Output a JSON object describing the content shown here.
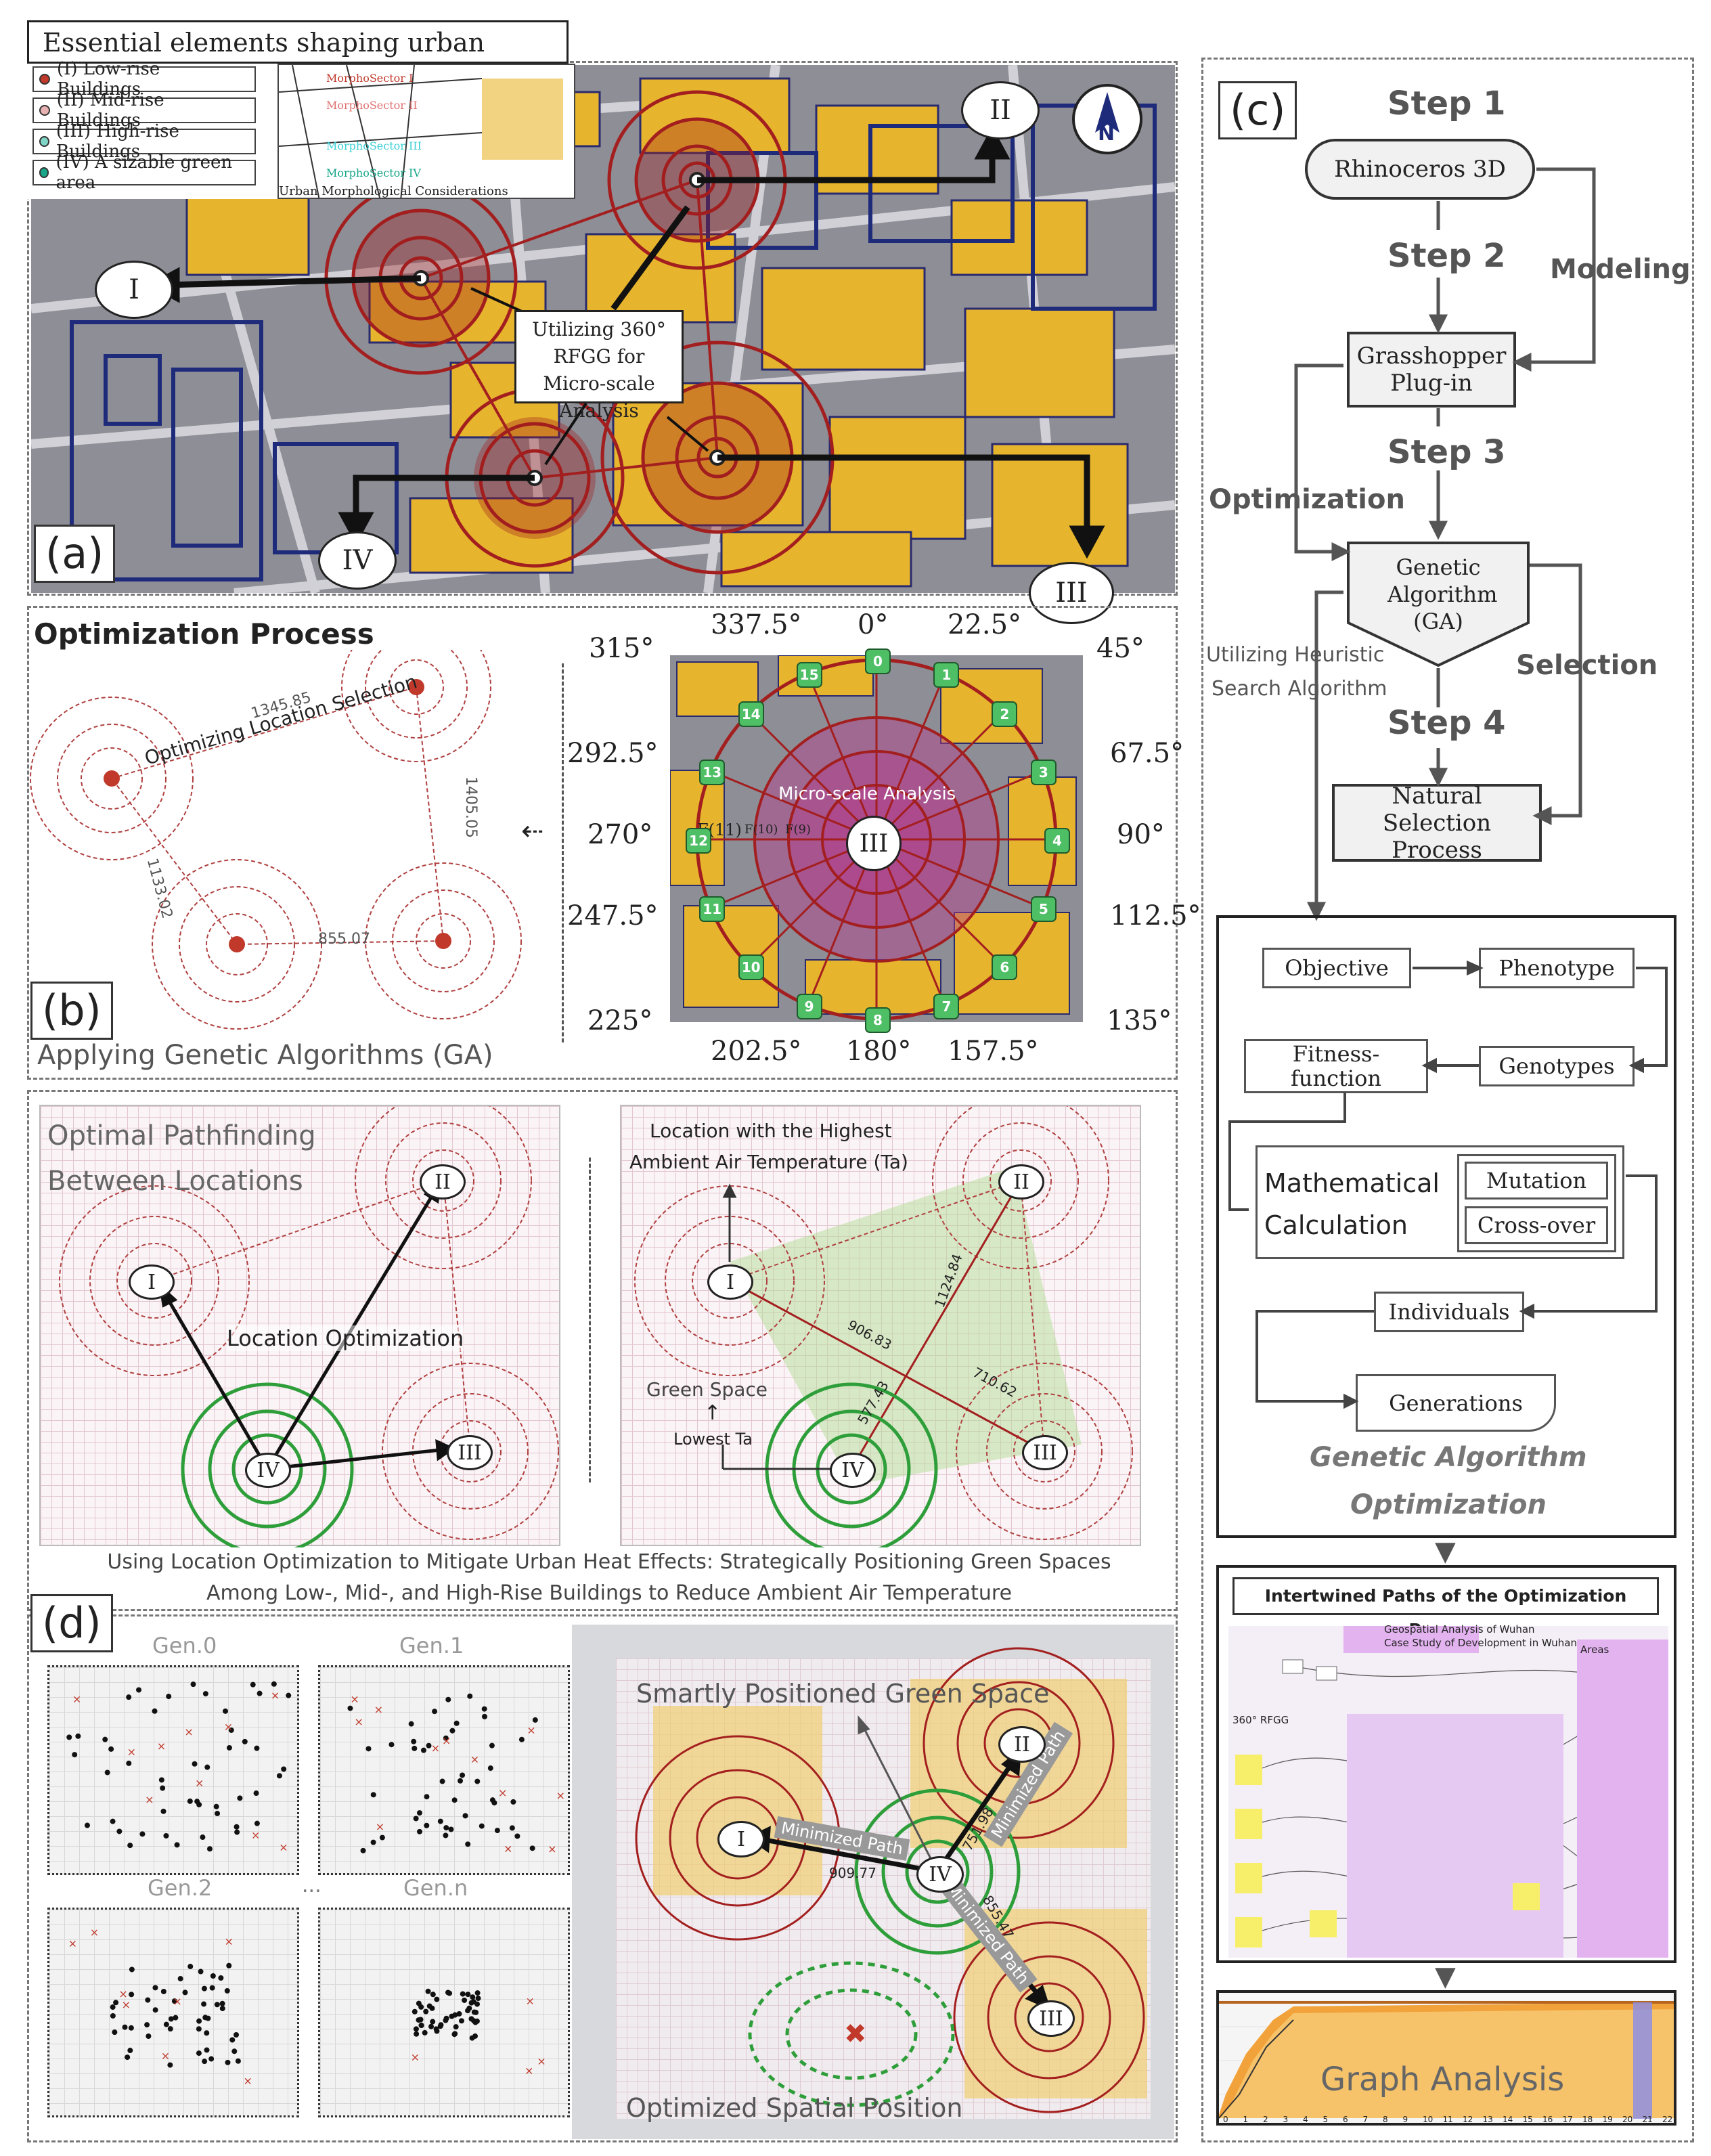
{
  "panel_a": {
    "legend_title": "Essential elements shaping urban forms",
    "legend_items": [
      {
        "label": "(I) Low-rise Buildings",
        "color": "#c0392b"
      },
      {
        "label": "(II) Mid-rise Buildings",
        "color": "#c0392b"
      },
      {
        "label": "(III) High-rise Buildings",
        "color": "#17a589"
      },
      {
        "label": "(IV) A sizable green area",
        "color": "#17a589"
      }
    ],
    "sectors": [
      "MorphoSector I",
      "MorphoSector II",
      "MorphoSector III",
      "MorphoSector IV"
    ],
    "inset_caption": "Urban Morphological Considerations",
    "center_label": "Utilizing 360° RFGG for Micro-scale Analysis",
    "nodes": [
      "I",
      "II",
      "III",
      "IV"
    ],
    "compass": "N",
    "tag": "(a)"
  },
  "panel_b": {
    "title": "Optimization Process",
    "subtitle": "Applying Genetic Algorithms (GA)",
    "tag": "(b)",
    "edge_label": "Optimizing Location Selection",
    "distances": [
      "1345.85",
      "1405.05",
      "1133.02",
      "855.07"
    ],
    "angles": [
      "337.5°",
      "0°",
      "22.5°",
      "315°",
      "45°",
      "292.5°",
      "67.5°",
      "270°",
      "90°",
      "247.5°",
      "112.5°",
      "225°",
      "135°",
      "202.5°",
      "180°",
      "157.5°"
    ],
    "sector_numbers": [
      "0",
      "1",
      "2",
      "3",
      "4",
      "5",
      "6",
      "7",
      "8",
      "9",
      "10",
      "11",
      "12",
      "13",
      "14",
      "15"
    ],
    "center": "III",
    "micro_label": "Micro-scale Analysis",
    "f_labels": [
      "F(11)",
      "F(10)",
      "F(9)"
    ]
  },
  "panel_middle": {
    "left_title_1": "Optimal Pathfinding",
    "left_title_2": "Between Locations",
    "location_opt": "Location Optimization",
    "right_top_1": "Location with the Highest",
    "right_top_2": "Ambient Air Temperature (Ta)",
    "green_space": "Green Space",
    "lowest": "Lowest Ta",
    "distances": [
      "1124.84",
      "906.83",
      "710.62",
      "577.43"
    ],
    "caption_1": "Using Location Optimization to Mitigate Urban Heat Effects: Strategically Positioning Green Spaces",
    "caption_2": "Among Low-, Mid-, and High-Rise Buildings to Reduce Ambient Air Temperature",
    "nodes": [
      "I",
      "II",
      "III",
      "IV"
    ]
  },
  "panel_d": {
    "tag": "(d)",
    "gens": [
      "Gen.0",
      "Gen.1",
      "Gen.2",
      "Gen.n"
    ],
    "ellipsis": "...",
    "top_label": "Smartly Positioned Green Space",
    "bottom_label": "Optimized Spatial Position",
    "path_label": "Minimized Path",
    "distances": [
      "909.77",
      "751.98",
      "855.47"
    ],
    "nodes": [
      "I",
      "II",
      "III",
      "IV"
    ]
  },
  "panel_c": {
    "tag": "(c)",
    "steps": [
      "Step 1",
      "Step 2",
      "Step 3",
      "Step 4"
    ],
    "rhino": "Rhinoceros 3D",
    "grasshopper": "Grasshopper Plug-in",
    "ga": "Genetic Algorithm (GA)",
    "natural": "Natural Selection Process",
    "modeling": "Modeling",
    "optimization": "Optimization",
    "heuristic_1": "Utilizing Heuristic",
    "heuristic_2": "Search Algorithm",
    "selection": "Selection",
    "ga_boxes": {
      "objective": "Objective",
      "phenotype": "Phenotype",
      "fitness": "Fitness-function",
      "genotypes": "Genotypes",
      "math": "Mathematical Calculation",
      "mutation": "Mutation",
      "crossover": "Cross-over",
      "individuals": "Individuals",
      "generations": "Generations"
    },
    "ga_title_1": "Genetic Algorithm",
    "ga_title_2": "Optimization",
    "paths_title": "Intertwined Paths of the Optimization Process",
    "paths_sub_1": "Geospatial Analysis of Wuhan",
    "paths_sub_2": "Case Study of Development in Wuhan",
    "rfgg": "360° RFGG",
    "areas": "Areas",
    "graph_label": "Graph Analysis",
    "graph_ticks": [
      "0",
      "1",
      "2",
      "3",
      "4",
      "5",
      "6",
      "7",
      "8",
      "9",
      "10",
      "11",
      "12",
      "13",
      "14",
      "15",
      "16",
      "17",
      "18",
      "19",
      "20",
      "21",
      "22"
    ]
  }
}
